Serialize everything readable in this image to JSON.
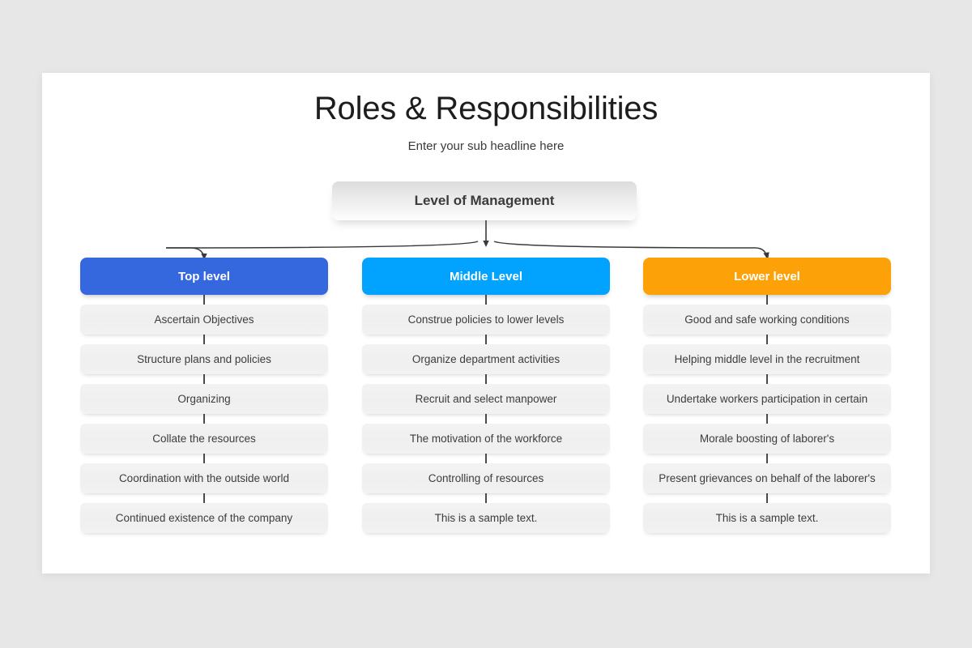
{
  "slide": {
    "title": "Roles & Responsibilities",
    "subtitle": "Enter your sub headline here",
    "background_color": "#e8e7e8",
    "surface_color": "#ffffff"
  },
  "root": {
    "label": "Level of Management"
  },
  "columns": [
    {
      "header": "Top level",
      "color": "#3568de",
      "items": [
        "Ascertain Objectives",
        "Structure plans and policies",
        "Organizing",
        "Collate the resources",
        "Coordination with the outside world",
        "Continued existence of the company"
      ]
    },
    {
      "header": "Middle Level",
      "color": "#02a3fe",
      "items": [
        "Construe policies to lower levels",
        "Organize department activities",
        "Recruit and select manpower",
        "The motivation of the workforce",
        "Controlling of resources",
        "This is a sample text."
      ]
    },
    {
      "header": "Lower level",
      "color": "#fca208",
      "items": [
        "Good and safe working conditions",
        "Helping middle level in the recruitment",
        "Undertake workers participation in certain",
        "Morale boosting of laborer's",
        "Present grievances on behalf of the laborer's",
        "This is a sample text."
      ]
    }
  ]
}
